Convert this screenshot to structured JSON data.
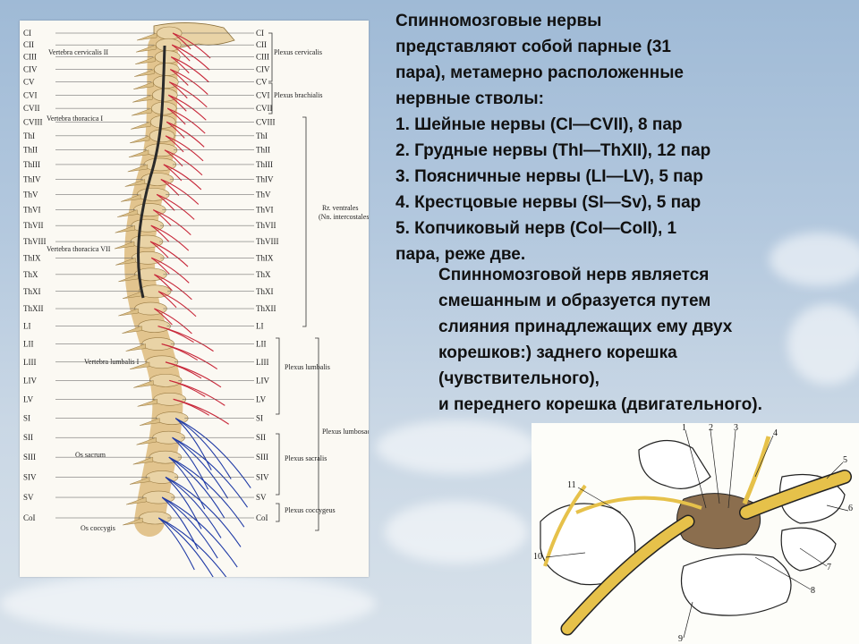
{
  "slide": {
    "intro_lines": [
      "Спинномозговые нервы",
      "представляют собой парные (31",
      "пара), метамерно расположенные",
      "нервные стволы:",
      "1. Шейные нервы (CI—CVII), 8 пар",
      "2. Грудные нервы (ThI—ThXII), 12 пар",
      "3. Поясничные нервы (LI—LV), 5 пар",
      "4. Крестцовые нервы (SI—Sv), 5 пар",
      "5. Копчиковый нерв (CoI—CoII), 1",
      "пара, реже две."
    ],
    "detail_lines": [
      "Спинномозговой нерв является",
      "смешанным и образуется путем",
      "слияния принадлежащих ему двух",
      "корешков:) заднего корешка",
      "(чувствительного),",
      "и переднего корешка (двигательного)."
    ]
  },
  "spine_figure": {
    "left_labels": [
      "CI",
      "CII",
      "CIII",
      "CIV",
      "CV",
      "CVI",
      "CVII",
      "CVIII",
      "ThI",
      "ThII",
      "ThIII",
      "ThIV",
      "ThV",
      "ThVI",
      "ThVII",
      "ThVIII",
      "ThIX",
      "ThX",
      "ThXI",
      "ThXII",
      "LI",
      "LII",
      "LIII",
      "LIV",
      "LV",
      "SI",
      "SII",
      "SIII",
      "SIV",
      "SV",
      "CoI"
    ],
    "right_labels": [
      "CI",
      "CII",
      "CIII",
      "CIV",
      "CV",
      "CVI",
      "CVII",
      "CVIII",
      "ThI",
      "ThII",
      "ThIII",
      "ThIV",
      "ThV",
      "ThVI",
      "ThVII",
      "ThVIII",
      "ThIX",
      "ThX",
      "ThXI",
      "ThXII",
      "LI",
      "LII",
      "LIII",
      "LIV",
      "LV",
      "SI",
      "SII",
      "SIII",
      "SIV",
      "SV",
      "CoI"
    ],
    "captions": {
      "vertebra_cervicalis": "Vertebra cervicalis II",
      "vertebra_thoracica_1": "Vertebra thoracica I",
      "vertebra_thoracica_7": "Vertebra thoracica VII",
      "vertebra_lumbalis": "Vertebra lumbalis I",
      "os_sacrum": "Os sacrum",
      "os_coccygis": "Os coccygis",
      "plexus_cervicalis": "Plexus cervicalis",
      "plexus_brachialis": "Plexus brachialis",
      "rr_ventrales": "Rr. ventrales",
      "nn_intercostales": "(Nn. intercostales)",
      "plexus_lumbalis": "Plexus lumbalis",
      "plexus_lumbosacralis": "Plexus lumbosacralis",
      "plexus_sacralis": "Plexus sacralis",
      "plexus_coccygeus": "Plexus coccygeus"
    },
    "colors": {
      "nerve_red": "#c8283a",
      "nerve_blue": "#1f3aa6",
      "bone": "#e9d3a6",
      "cord": "#2a2a2a"
    }
  },
  "nerve_figure": {
    "numbers": [
      "1",
      "2",
      "3",
      "4",
      "5",
      "6",
      "7",
      "8",
      "9",
      "10",
      "11"
    ],
    "colors": {
      "nerve_yellow": "#e6c14a",
      "bone": "#ffffff",
      "outline": "#222222"
    }
  }
}
